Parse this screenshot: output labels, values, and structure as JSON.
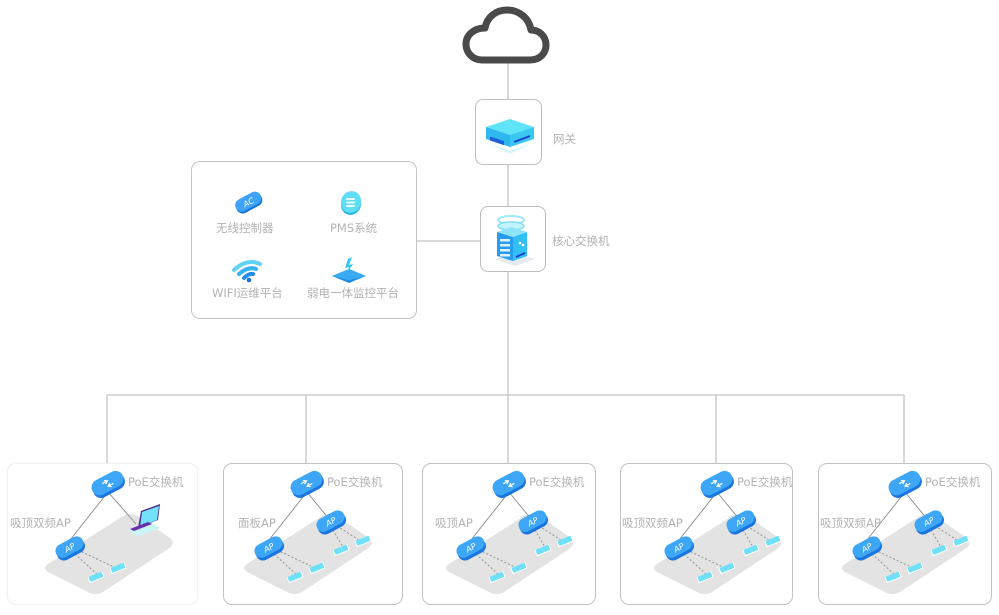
{
  "diagram": {
    "cloud": {
      "icon": "cloud-icon"
    },
    "gateway": {
      "label": "网关",
      "icon": "gateway-router-icon"
    },
    "core_switch": {
      "label": "核心交换机",
      "icon": "core-switch-server-icon"
    },
    "services_panel": {
      "items": [
        {
          "label": "无线控制器",
          "icon": "ac-controller-icon",
          "badge": "AC"
        },
        {
          "label": "PMS系统",
          "icon": "pms-database-icon"
        },
        {
          "label": "WIFI运维平台",
          "icon": "wifi-icon"
        },
        {
          "label": "弱电一体监控平台",
          "icon": "monitor-platform-icon"
        }
      ]
    },
    "sites": [
      {
        "switch_label": "PoE交换机",
        "ap_label": "吸顶双频AP",
        "ap_badge": "AP",
        "devices": "laptop"
      },
      {
        "switch_label": "PoE交换机",
        "ap_label": "面板AP",
        "ap_badge": "AP",
        "devices": "dual-ap"
      },
      {
        "switch_label": "PoE交换机",
        "ap_label": "吸顶AP",
        "ap_badge": "AP",
        "devices": "dual-ap"
      },
      {
        "switch_label": "PoE交换机",
        "ap_label": "吸顶双频AP",
        "ap_badge": "AP",
        "devices": "dual-ap"
      },
      {
        "switch_label": "PoE交换机",
        "ap_label": "吸顶双频AP",
        "ap_badge": "AP",
        "devices": "dual-ap"
      }
    ]
  },
  "colors": {
    "line": "#c4c4c4",
    "label": "#b3b3b3",
    "blue_dark": "#1e7fe6",
    "blue_light": "#4fc3f7",
    "cyan": "#5ee0f5",
    "platform": "#e2e2e2",
    "cloud_stroke": "#4a4a4a"
  }
}
